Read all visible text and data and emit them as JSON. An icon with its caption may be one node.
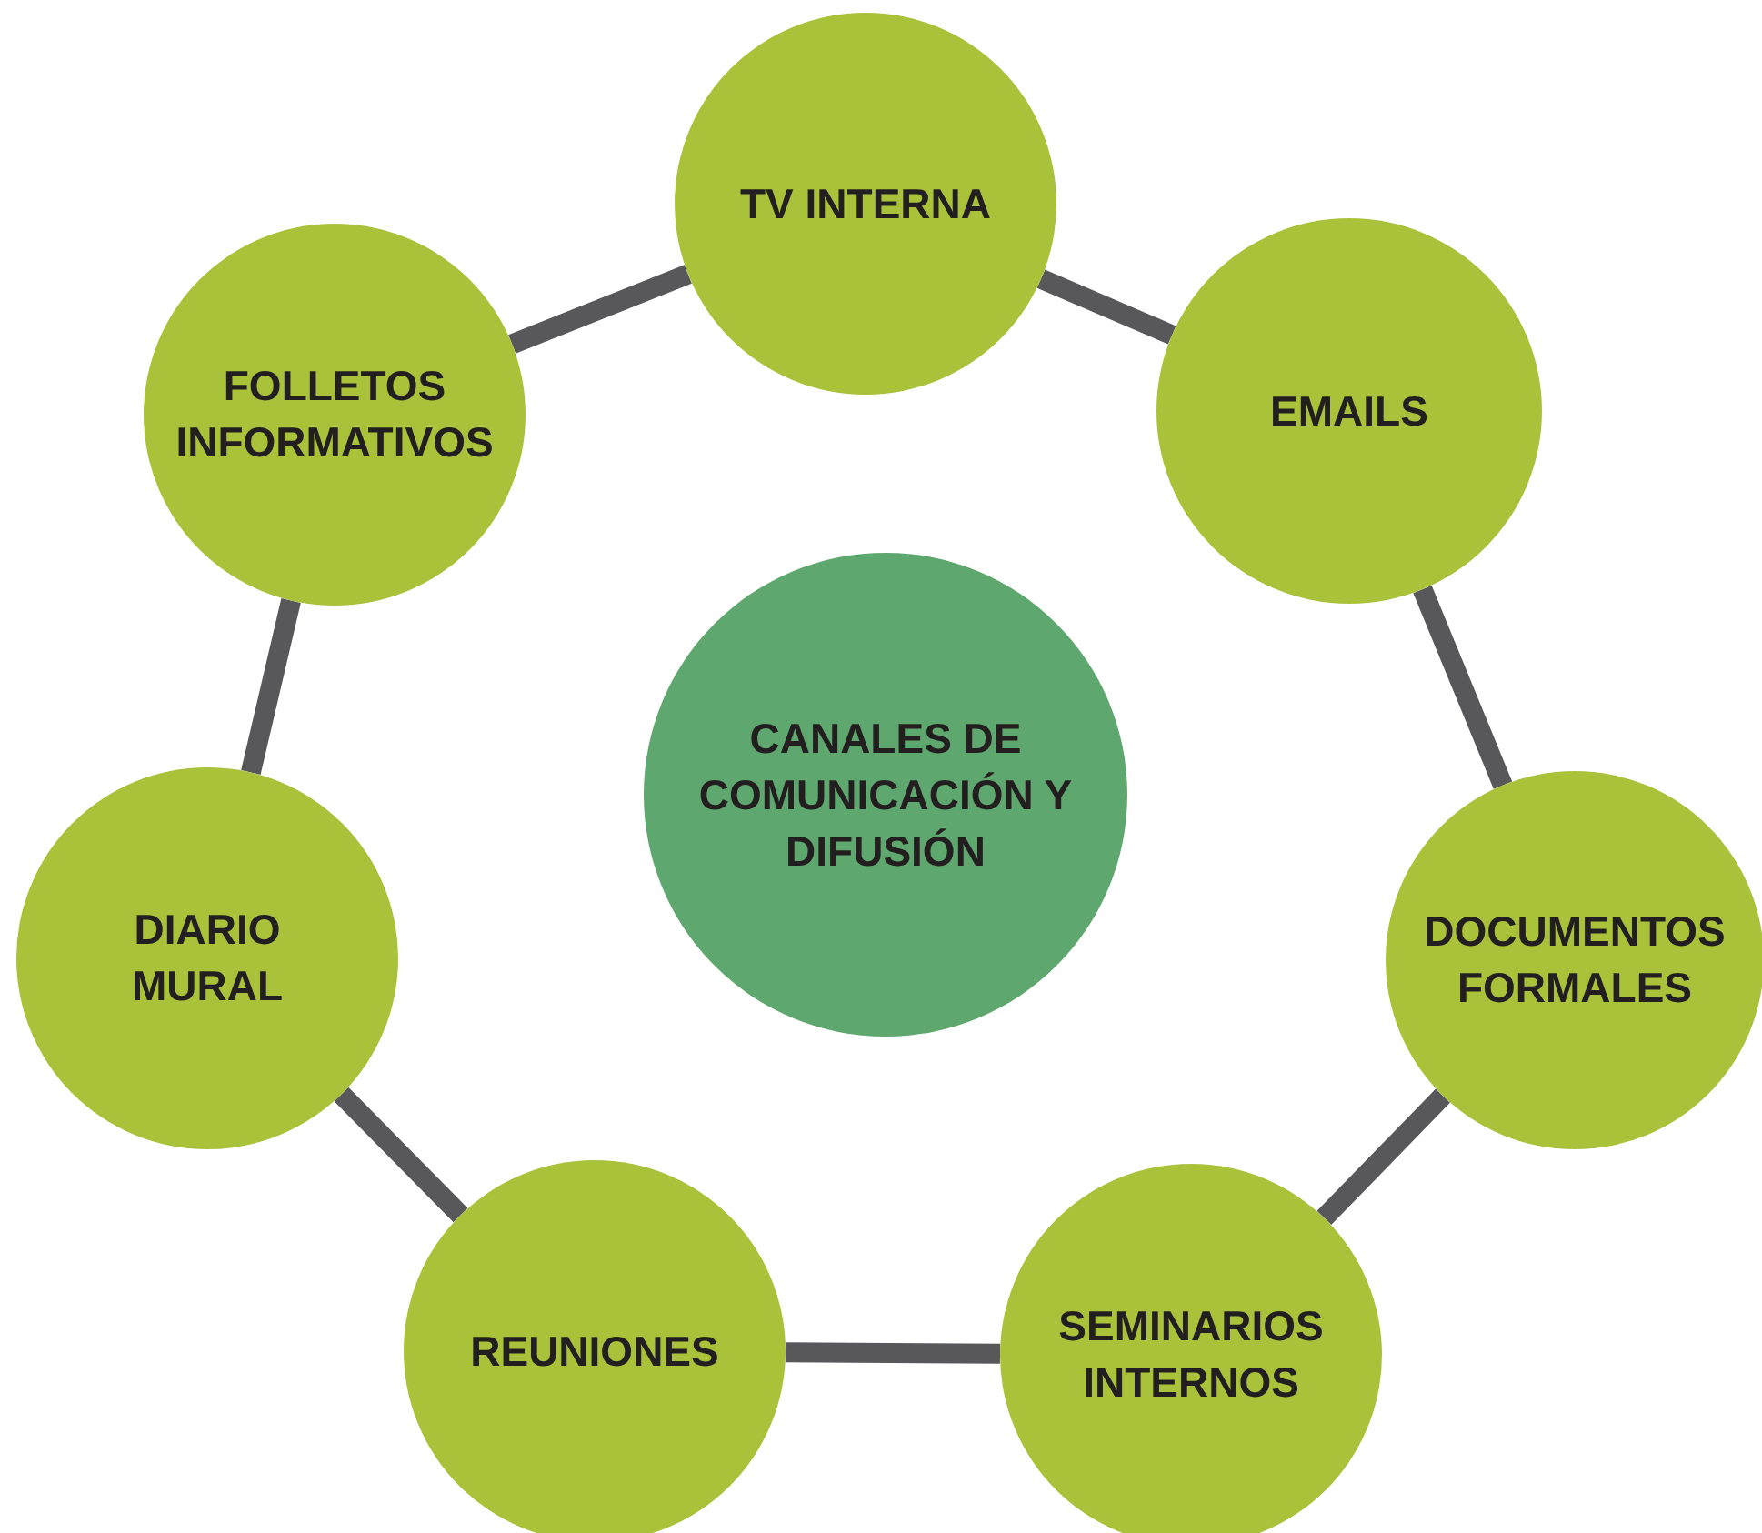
{
  "diagram": {
    "nodes": [
      {
        "text": [
          "TV INTERNA"
        ]
      },
      {
        "text": [
          "FOLLETOS INFORMATIVOS"
        ]
      },
      {
        "text": [
          "EMAILS"
        ]
      },
      {
        "text": [
          "CANALES DE COMUNICACIÓN Y DIFUSIÓN"
        ]
      },
      {
        "text": [
          "DOCUMENTOS FORMALES"
        ]
      },
      {
        "text": [
          "DIARIO MURAL"
        ]
      },
      {
        "text": [
          "REUNIONES"
        ]
      },
      {
        "text": [
          "SEMINARIOS INTERNOS"
        ]
      }
    ],
    "edges": [
      {
        "from": 0,
        "to": 2,
        "arrow": "none"
      },
      {
        "from": 2,
        "to": 4,
        "arrow": "none"
      },
      {
        "from": 4,
        "to": 7,
        "arrow": "none"
      },
      {
        "from": 7,
        "to": 6,
        "arrow": "none"
      },
      {
        "from": 6,
        "to": 5,
        "arrow": "none"
      },
      {
        "from": 5,
        "to": 1,
        "arrow": "none"
      },
      {
        "from": 1,
        "to": 0,
        "arrow": "none"
      }
    ]
  }
}
